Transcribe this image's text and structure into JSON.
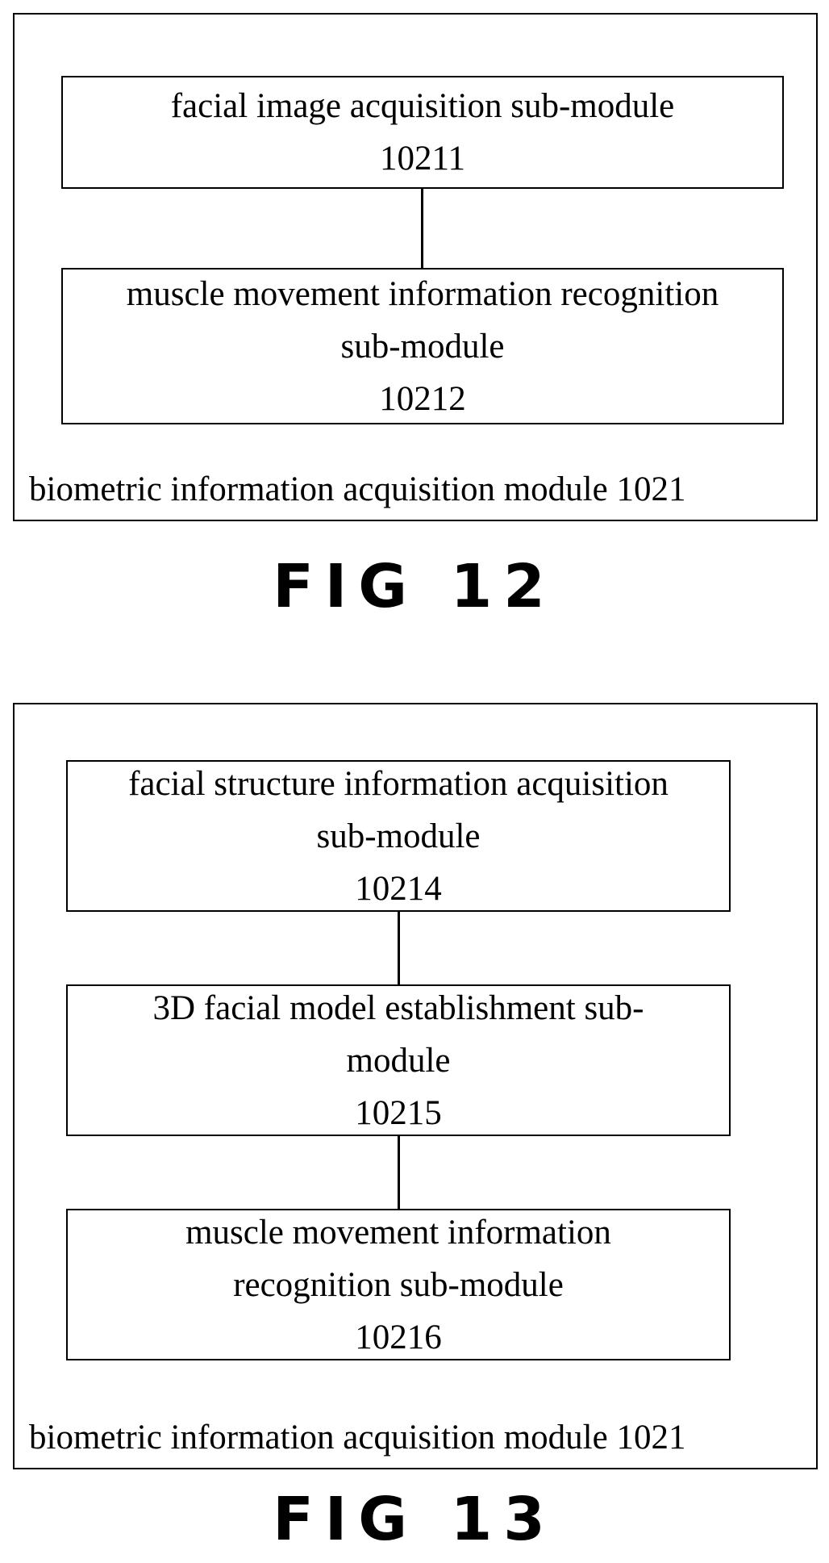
{
  "fig12": {
    "boxes": [
      {
        "lines": [
          "facial image acquisition sub-module",
          "10211"
        ]
      },
      {
        "lines": [
          "muscle movement information recognition",
          "sub-module",
          "10212"
        ]
      }
    ],
    "module_label": "biometric information acquisition module  1021",
    "caption": "FIG 12"
  },
  "fig13": {
    "boxes": [
      {
        "lines": [
          "facial structure information acquisition",
          "sub-module",
          "10214"
        ]
      },
      {
        "lines": [
          "3D facial model establishment sub-",
          "module",
          "10215"
        ]
      },
      {
        "lines": [
          "muscle movement information",
          "recognition sub-module",
          "10216"
        ]
      }
    ],
    "module_label": "biometric information acquisition module  1021",
    "caption": "FIG 13"
  }
}
